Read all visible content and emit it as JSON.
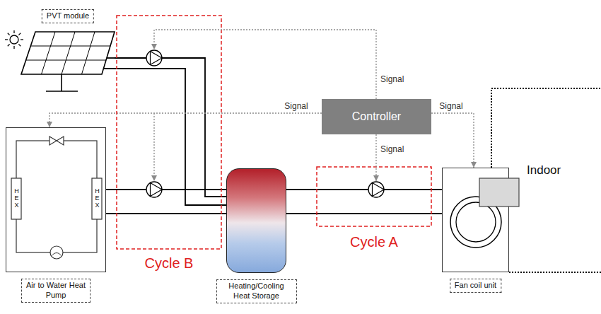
{
  "diagram": {
    "nodes": [
      {
        "text": [
          "PVT module"
        ]
      },
      {
        "text": [
          "Controller"
        ]
      },
      {
        "text": [
          "Air to Water Heat Pump"
        ]
      },
      {
        "text": [
          "Heating/Cooling Heat Storage"
        ]
      },
      {
        "text": [
          "Fan coil unit"
        ]
      }
    ],
    "edges": [
      {
        "from": 0,
        "to": 3,
        "arrow": "none"
      },
      {
        "from": 0,
        "to": 3,
        "arrow": "none"
      },
      {
        "from": 2,
        "to": 3,
        "arrow": "none"
      },
      {
        "from": 2,
        "to": 3,
        "arrow": "none"
      },
      {
        "from": 3,
        "to": 4,
        "arrow": "none"
      },
      {
        "from": 3,
        "to": 4,
        "arrow": "none"
      },
      {
        "from": 1,
        "to": 2,
        "label": "Signal",
        "arrow": "to"
      },
      {
        "from": 1,
        "to": 4,
        "label": "Signal",
        "arrow": "to"
      }
    ],
    "labels": [
      "Signal",
      "Signal",
      "Cycle B",
      "Cycle A",
      "HEX",
      "HEX",
      "Indoor"
    ]
  }
}
